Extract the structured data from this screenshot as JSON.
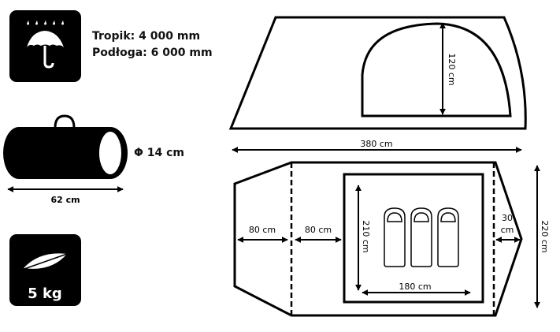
{
  "specs": {
    "rainfly": "Tropik: 4 000 mm",
    "floor": "Podłoga: 6 000 mm",
    "pack_diameter": "Φ 14 cm",
    "pack_length": "62 cm",
    "weight": "5 kg"
  },
  "side_view": {
    "length": "380 cm",
    "height": "120 cm"
  },
  "floor_plan": {
    "vestibule_front": "80 cm",
    "vestibule_middle": "80 cm",
    "vestibule_rear_line1": "30",
    "vestibule_rear_line2": "cm",
    "inner_length": "210 cm",
    "inner_width": "180 cm",
    "total_width": "220 cm"
  },
  "icons": [
    "umbrella-rain-icon",
    "tent-bag-icon",
    "feather-icon",
    "sleeping-bag-icon"
  ]
}
